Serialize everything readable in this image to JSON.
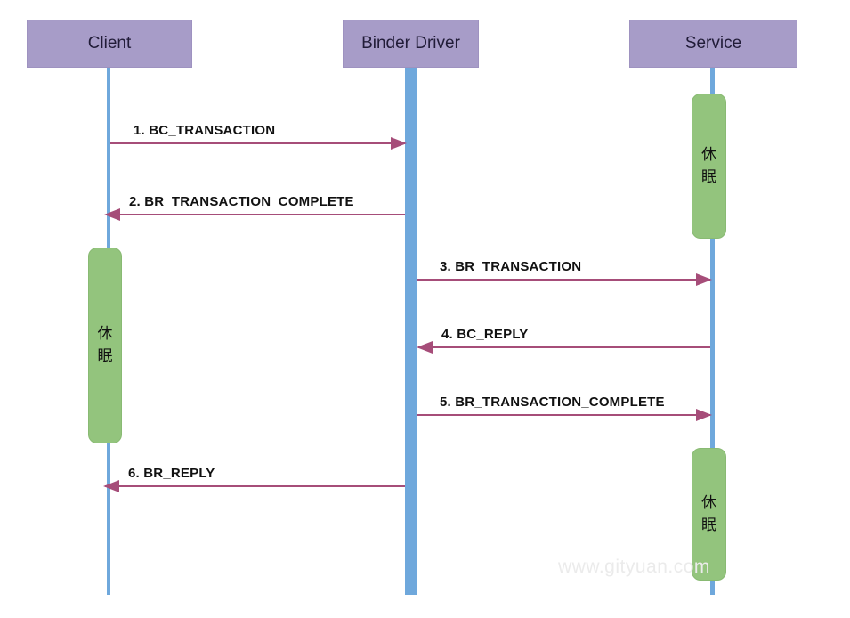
{
  "actors": [
    {
      "name": "Client"
    },
    {
      "name": "Binder Driver"
    },
    {
      "name": "Service"
    }
  ],
  "messages": [
    {
      "label": "1. BC_TRANSACTION",
      "from": "Client",
      "to": "Binder Driver",
      "direction": "right"
    },
    {
      "label": "2. BR_TRANSACTION_COMPLETE",
      "from": "Binder Driver",
      "to": "Client",
      "direction": "left"
    },
    {
      "label": "3. BR_TRANSACTION",
      "from": "Binder Driver",
      "to": "Service",
      "direction": "right"
    },
    {
      "label": "4. BC_REPLY",
      "from": "Service",
      "to": "Binder Driver",
      "direction": "left"
    },
    {
      "label": "5. BR_TRANSACTION_COMPLETE",
      "from": "Binder Driver",
      "to": "Service",
      "direction": "right"
    },
    {
      "label": "6. BR_REPLY",
      "from": "Binder Driver",
      "to": "Client",
      "direction": "left"
    }
  ],
  "activations": [
    {
      "actor": "Service",
      "label": "休眠"
    },
    {
      "actor": "Client",
      "label": "休眠"
    },
    {
      "actor": "Service",
      "label": "休眠"
    }
  ],
  "watermark": "www.gityuan.com",
  "colors": {
    "actor_fill": "#a79cc8",
    "lifeline": "#6fa8dc",
    "activation_fill": "#93c47d",
    "arrow": "#a64d79"
  }
}
